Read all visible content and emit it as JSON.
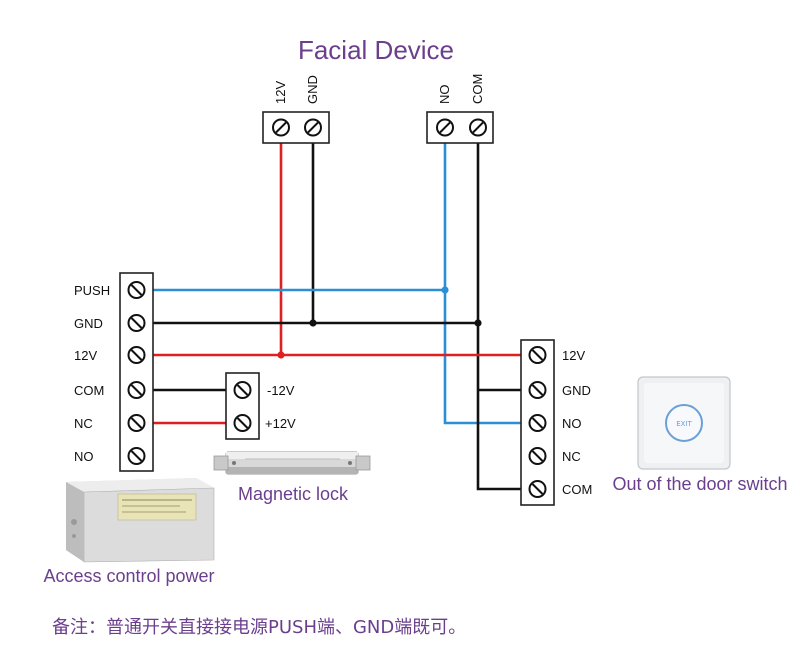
{
  "title": "Facial Device",
  "facial_device": {
    "power_terminals": [
      "12V",
      "GND"
    ],
    "relay_terminals": [
      "NO",
      "COM"
    ]
  },
  "access_power": {
    "terminals": [
      "PUSH",
      "GND",
      "12V",
      "COM",
      "NC",
      "NO"
    ],
    "caption": "Access control power"
  },
  "magnetic_lock": {
    "terminals": [
      "-12V",
      "+12V"
    ],
    "caption": "Magnetic lock"
  },
  "exit_switch": {
    "terminals": [
      "12V",
      "GND",
      "NO",
      "NC",
      "COM"
    ],
    "caption": "Out of the door switch",
    "button_text": "EXIT"
  },
  "note": "备注：普通开关直接接电源PUSH端、GND端既可。",
  "colors": {
    "title": "#6b3f8e",
    "wire_red": "#e02020",
    "wire_black": "#111111",
    "wire_blue": "#2b8fd6"
  }
}
